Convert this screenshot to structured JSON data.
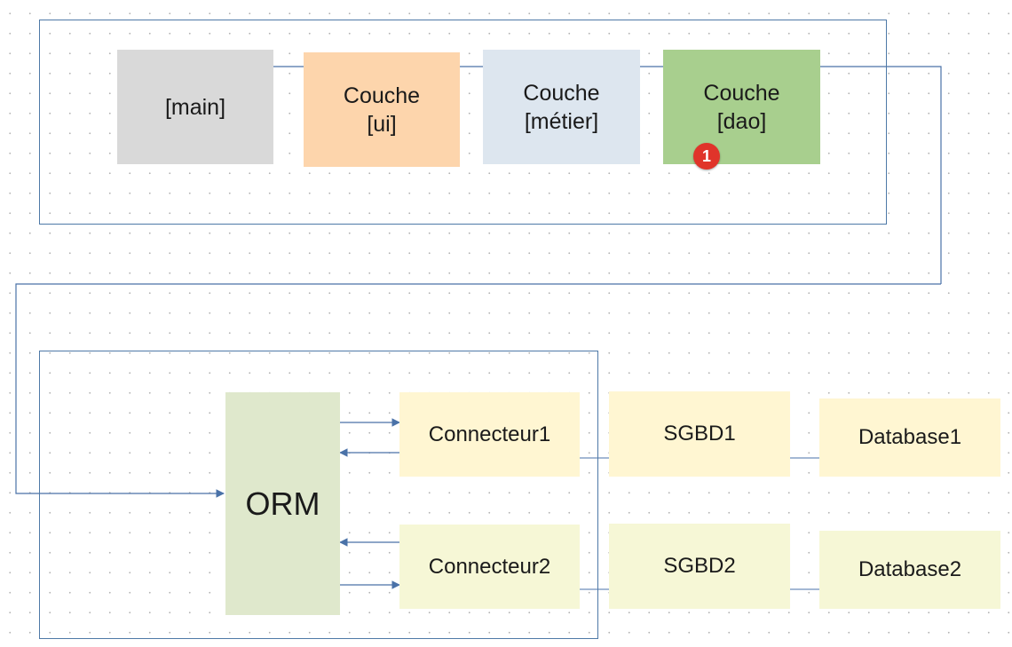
{
  "layers": {
    "main": "[main]",
    "ui": "Couche\n[ui]",
    "metier": "Couche\n[métier]",
    "dao": "Couche\n[dao]"
  },
  "badge": "1",
  "orm": "ORM",
  "connectors": [
    "Connecteur1",
    "Connecteur2"
  ],
  "sgbds": [
    "SGBD1",
    "SGBD2"
  ],
  "databases": [
    "Database1",
    "Database2"
  ],
  "colors": {
    "main": "#d9d9d9",
    "ui": "#fdd5ac",
    "metier": "#dde6ef",
    "dao": "#a8cf8e",
    "orm": "#dfe8cc",
    "row1": "#fff6d2",
    "row2": "#f6f7d6",
    "line": "#4e79a7",
    "badge": "#e0342a"
  }
}
